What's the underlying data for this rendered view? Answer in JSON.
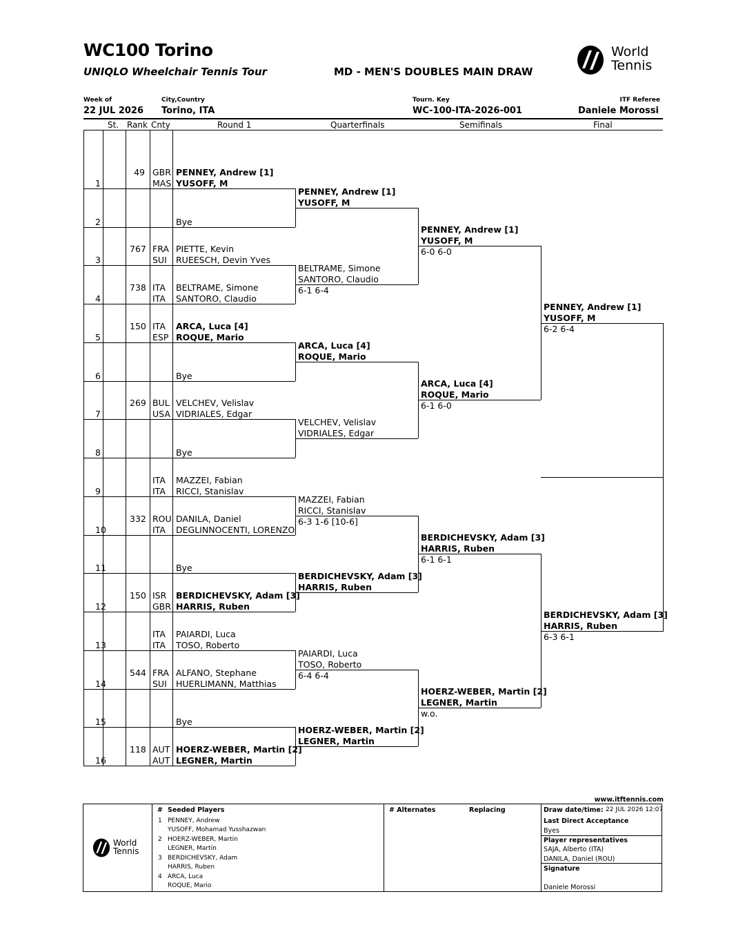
{
  "header": {
    "title": "WC100 Torino",
    "tour": "UNIQLO Wheelchair Tennis Tour",
    "draw_type": "MD - MEN'S DOUBLES MAIN DRAW",
    "logo_text": [
      "World",
      "Tennis"
    ]
  },
  "meta": {
    "week_label": "Week of",
    "week_value": "22 JUL 2026",
    "city_label": "City,Country",
    "city_value": "Torino, ITA",
    "key_label": "Tourn. Key",
    "key_value": "WC-100-ITA-2026-001",
    "referee_label": "ITF Referee",
    "referee_value": "Daniele Morossi"
  },
  "columns": {
    "st": "St.",
    "rank": "Rank",
    "cnty": "Cnty",
    "round1": "Round 1",
    "qf": "Quarterfinals",
    "sf": "Semifinals",
    "final": "Final"
  },
  "round1": [
    {
      "line": "1",
      "rank": "49",
      "c1": "GBR",
      "c2": "MAS",
      "p1": "PENNEY, Andrew [1]",
      "p2": "YUSOFF, M",
      "bold": true
    },
    {
      "line": "2",
      "rank": "",
      "c1": "",
      "c2": "",
      "p1": "",
      "p2": "Bye",
      "bold": false
    },
    {
      "line": "3",
      "rank": "767",
      "c1": "FRA",
      "c2": "SUI",
      "p1": "PIETTE, Kevin",
      "p2": "RUEESCH, Devin Yves",
      "bold": false
    },
    {
      "line": "4",
      "rank": "738",
      "c1": "ITA",
      "c2": "ITA",
      "p1": "BELTRAME, Simone",
      "p2": "SANTORO, Claudio",
      "bold": false
    },
    {
      "line": "5",
      "rank": "150",
      "c1": "ITA",
      "c2": "ESP",
      "p1": "ARCA, Luca [4]",
      "p2": "ROQUE, Mario",
      "bold": true
    },
    {
      "line": "6",
      "rank": "",
      "c1": "",
      "c2": "",
      "p1": "",
      "p2": "Bye",
      "bold": false
    },
    {
      "line": "7",
      "rank": "269",
      "c1": "BUL",
      "c2": "USA",
      "p1": "VELCHEV, Velislav",
      "p2": "VIDRIALES, Edgar",
      "bold": false
    },
    {
      "line": "8",
      "rank": "",
      "c1": "",
      "c2": "",
      "p1": "",
      "p2": "Bye",
      "bold": false
    },
    {
      "line": "9",
      "rank": "",
      "c1": "ITA",
      "c2": "ITA",
      "p1": "MAZZEI, Fabian",
      "p2": "RICCI, Stanislav",
      "bold": false
    },
    {
      "line": "10",
      "rank": "332",
      "c1": "ROU",
      "c2": "ITA",
      "p1": "DANILA, Daniel",
      "p2": "DEGLINNOCENTI, LORENZO",
      "bold": false
    },
    {
      "line": "11",
      "rank": "",
      "c1": "",
      "c2": "",
      "p1": "",
      "p2": "Bye",
      "bold": false
    },
    {
      "line": "12",
      "rank": "150",
      "c1": "ISR",
      "c2": "GBR",
      "p1": "BERDICHEVSKY, Adam [3]",
      "p2": "HARRIS, Ruben",
      "bold": true
    },
    {
      "line": "13",
      "rank": "",
      "c1": "ITA",
      "c2": "ITA",
      "p1": "PAIARDI, Luca",
      "p2": "TOSO, Roberto",
      "bold": false
    },
    {
      "line": "14",
      "rank": "544",
      "c1": "FRA",
      "c2": "SUI",
      "p1": "ALFANO, Stephane",
      "p2": "HUERLIMANN, Matthias",
      "bold": false
    },
    {
      "line": "15",
      "rank": "",
      "c1": "",
      "c2": "",
      "p1": "",
      "p2": "Bye",
      "bold": false
    },
    {
      "line": "16",
      "rank": "118",
      "c1": "AUT",
      "c2": "AUT",
      "p1": "HOERZ-WEBER, Martin [2]",
      "p2": "LEGNER, Martin",
      "bold": true
    }
  ],
  "quarterfinals": [
    {
      "p1": "PENNEY, Andrew [1]",
      "p2": "YUSOFF, M",
      "score": "",
      "bold": true
    },
    {
      "p1": "BELTRAME, Simone",
      "p2": "SANTORO, Claudio",
      "score": "6-1 6-4",
      "bold": false
    },
    {
      "p1": "ARCA, Luca [4]",
      "p2": "ROQUE, Mario",
      "score": "",
      "bold": true
    },
    {
      "p1": "VELCHEV, Velislav",
      "p2": "VIDRIALES, Edgar",
      "score": "",
      "bold": false
    },
    {
      "p1": "MAZZEI, Fabian",
      "p2": "RICCI, Stanislav",
      "score": "6-3 1-6 [10-6]",
      "bold": false
    },
    {
      "p1": "BERDICHEVSKY, Adam [3]",
      "p2": "HARRIS, Ruben",
      "score": "",
      "bold": true
    },
    {
      "p1": "PAIARDI, Luca",
      "p2": "TOSO, Roberto",
      "score": "6-4 6-4",
      "bold": false
    },
    {
      "p1": "HOERZ-WEBER, Martin [2]",
      "p2": "LEGNER, Martin",
      "score": "",
      "bold": true
    }
  ],
  "semifinals": [
    {
      "p1": "PENNEY, Andrew [1]",
      "p2": "YUSOFF, M",
      "score": "6-0 6-0"
    },
    {
      "p1": "ARCA, Luca [4]",
      "p2": "ROQUE, Mario",
      "score": "6-1 6-0"
    },
    {
      "p1": "BERDICHEVSKY, Adam [3]",
      "p2": "HARRIS, Ruben",
      "score": "6-1 6-1"
    },
    {
      "p1": "HOERZ-WEBER, Martin [2]",
      "p2": "LEGNER, Martin",
      "score": "w.o."
    }
  ],
  "final": [
    {
      "p1": "PENNEY, Andrew [1]",
      "p2": "YUSOFF, M",
      "score": "6-2 6-4"
    },
    {
      "p1": "BERDICHEVSKY, Adam [3]",
      "p2": "HARRIS, Ruben",
      "score": "6-3 6-1"
    }
  ],
  "footer": {
    "website": "www.itftennis.com",
    "seeded_hash": "#",
    "seeded_header": "Seeded Players",
    "seeds": [
      {
        "n": "1",
        "a": "PENNEY, Andrew",
        "b": "YUSOFF, Mohamad Yusshazwan"
      },
      {
        "n": "2",
        "a": "HOERZ-WEBER, Martin",
        "b": "LEGNER, Martin"
      },
      {
        "n": "3",
        "a": "BERDICHEVSKY, Adam",
        "b": "HARRIS, Ruben"
      },
      {
        "n": "4",
        "a": "ARCA, Luca",
        "b": "ROQUE, Mario"
      }
    ],
    "alternates_header": "# Alternates",
    "replacing_header": "Replacing",
    "draw_date_label": "Draw date/time:",
    "draw_date_value": "22 JUL 2026 12:07",
    "lda_label": "Last Direct Acceptance",
    "lda_value": "Byes",
    "reps_label": "Player representatives",
    "rep1": "SAJA, Alberto (ITA)",
    "rep2": "DANILA, Daniel (ROU)",
    "signature_label": "Signature",
    "signature_value": "Daniele Morossi"
  }
}
